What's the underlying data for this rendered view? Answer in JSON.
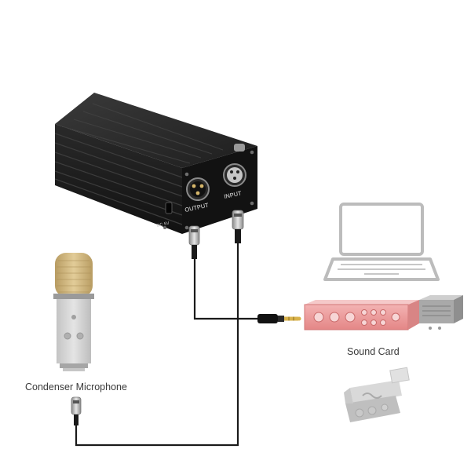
{
  "power_supply": {
    "output_label": "OUTPUT",
    "input_label": "INPUT",
    "dc_label": "DC 5V"
  },
  "labels": {
    "sound_card": "Sound Card",
    "condenser_microphone": "Condenser Microphone"
  },
  "colors": {
    "box_body": "#1c1c1c",
    "box_face": "#0e0e0e",
    "cable": "#1a1a1a",
    "sound_card_tint": "#e88a8a",
    "faded_device": "#bdbdbd",
    "mic_head": "#c9b079"
  },
  "icons": {
    "power_supply": "phantom-power-box",
    "laptop": "laptop-icon",
    "sound_card": "sound-card-icon",
    "usb_sound_card": "usb-sound-card-icon",
    "microphone": "condenser-microphone-icon",
    "xlr_male": "xlr-male-plug-icon",
    "xlr_female": "xlr-female-plug-icon",
    "jack": "3-5mm-jack-icon"
  }
}
